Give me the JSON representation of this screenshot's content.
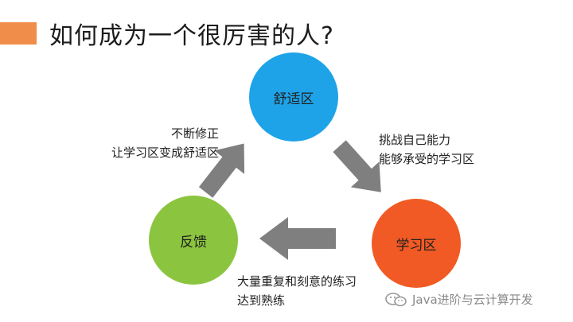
{
  "title": "如何成为一个很厉害的人?",
  "nodes": {
    "comfort": "舒适区",
    "learning": "学习区",
    "feedback": "反馈"
  },
  "notes": {
    "feedback_to_comfort": [
      "不断修正",
      "让学习区变成舒适区"
    ],
    "comfort_to_learning": [
      "挑战自己能力",
      "能够承受的学习区"
    ],
    "learning_to_feedback": [
      "大量重复和刻意的练习",
      "达到熟练"
    ]
  },
  "watermark": "Java进阶与云计算开发",
  "colors": {
    "accent_bar": "#f08d4a",
    "comfort": "#1fa3e8",
    "learning": "#f15a24",
    "feedback": "#8bc53f",
    "arrow": "#7f7f7f"
  },
  "icons": [
    "wechat-icon"
  ]
}
